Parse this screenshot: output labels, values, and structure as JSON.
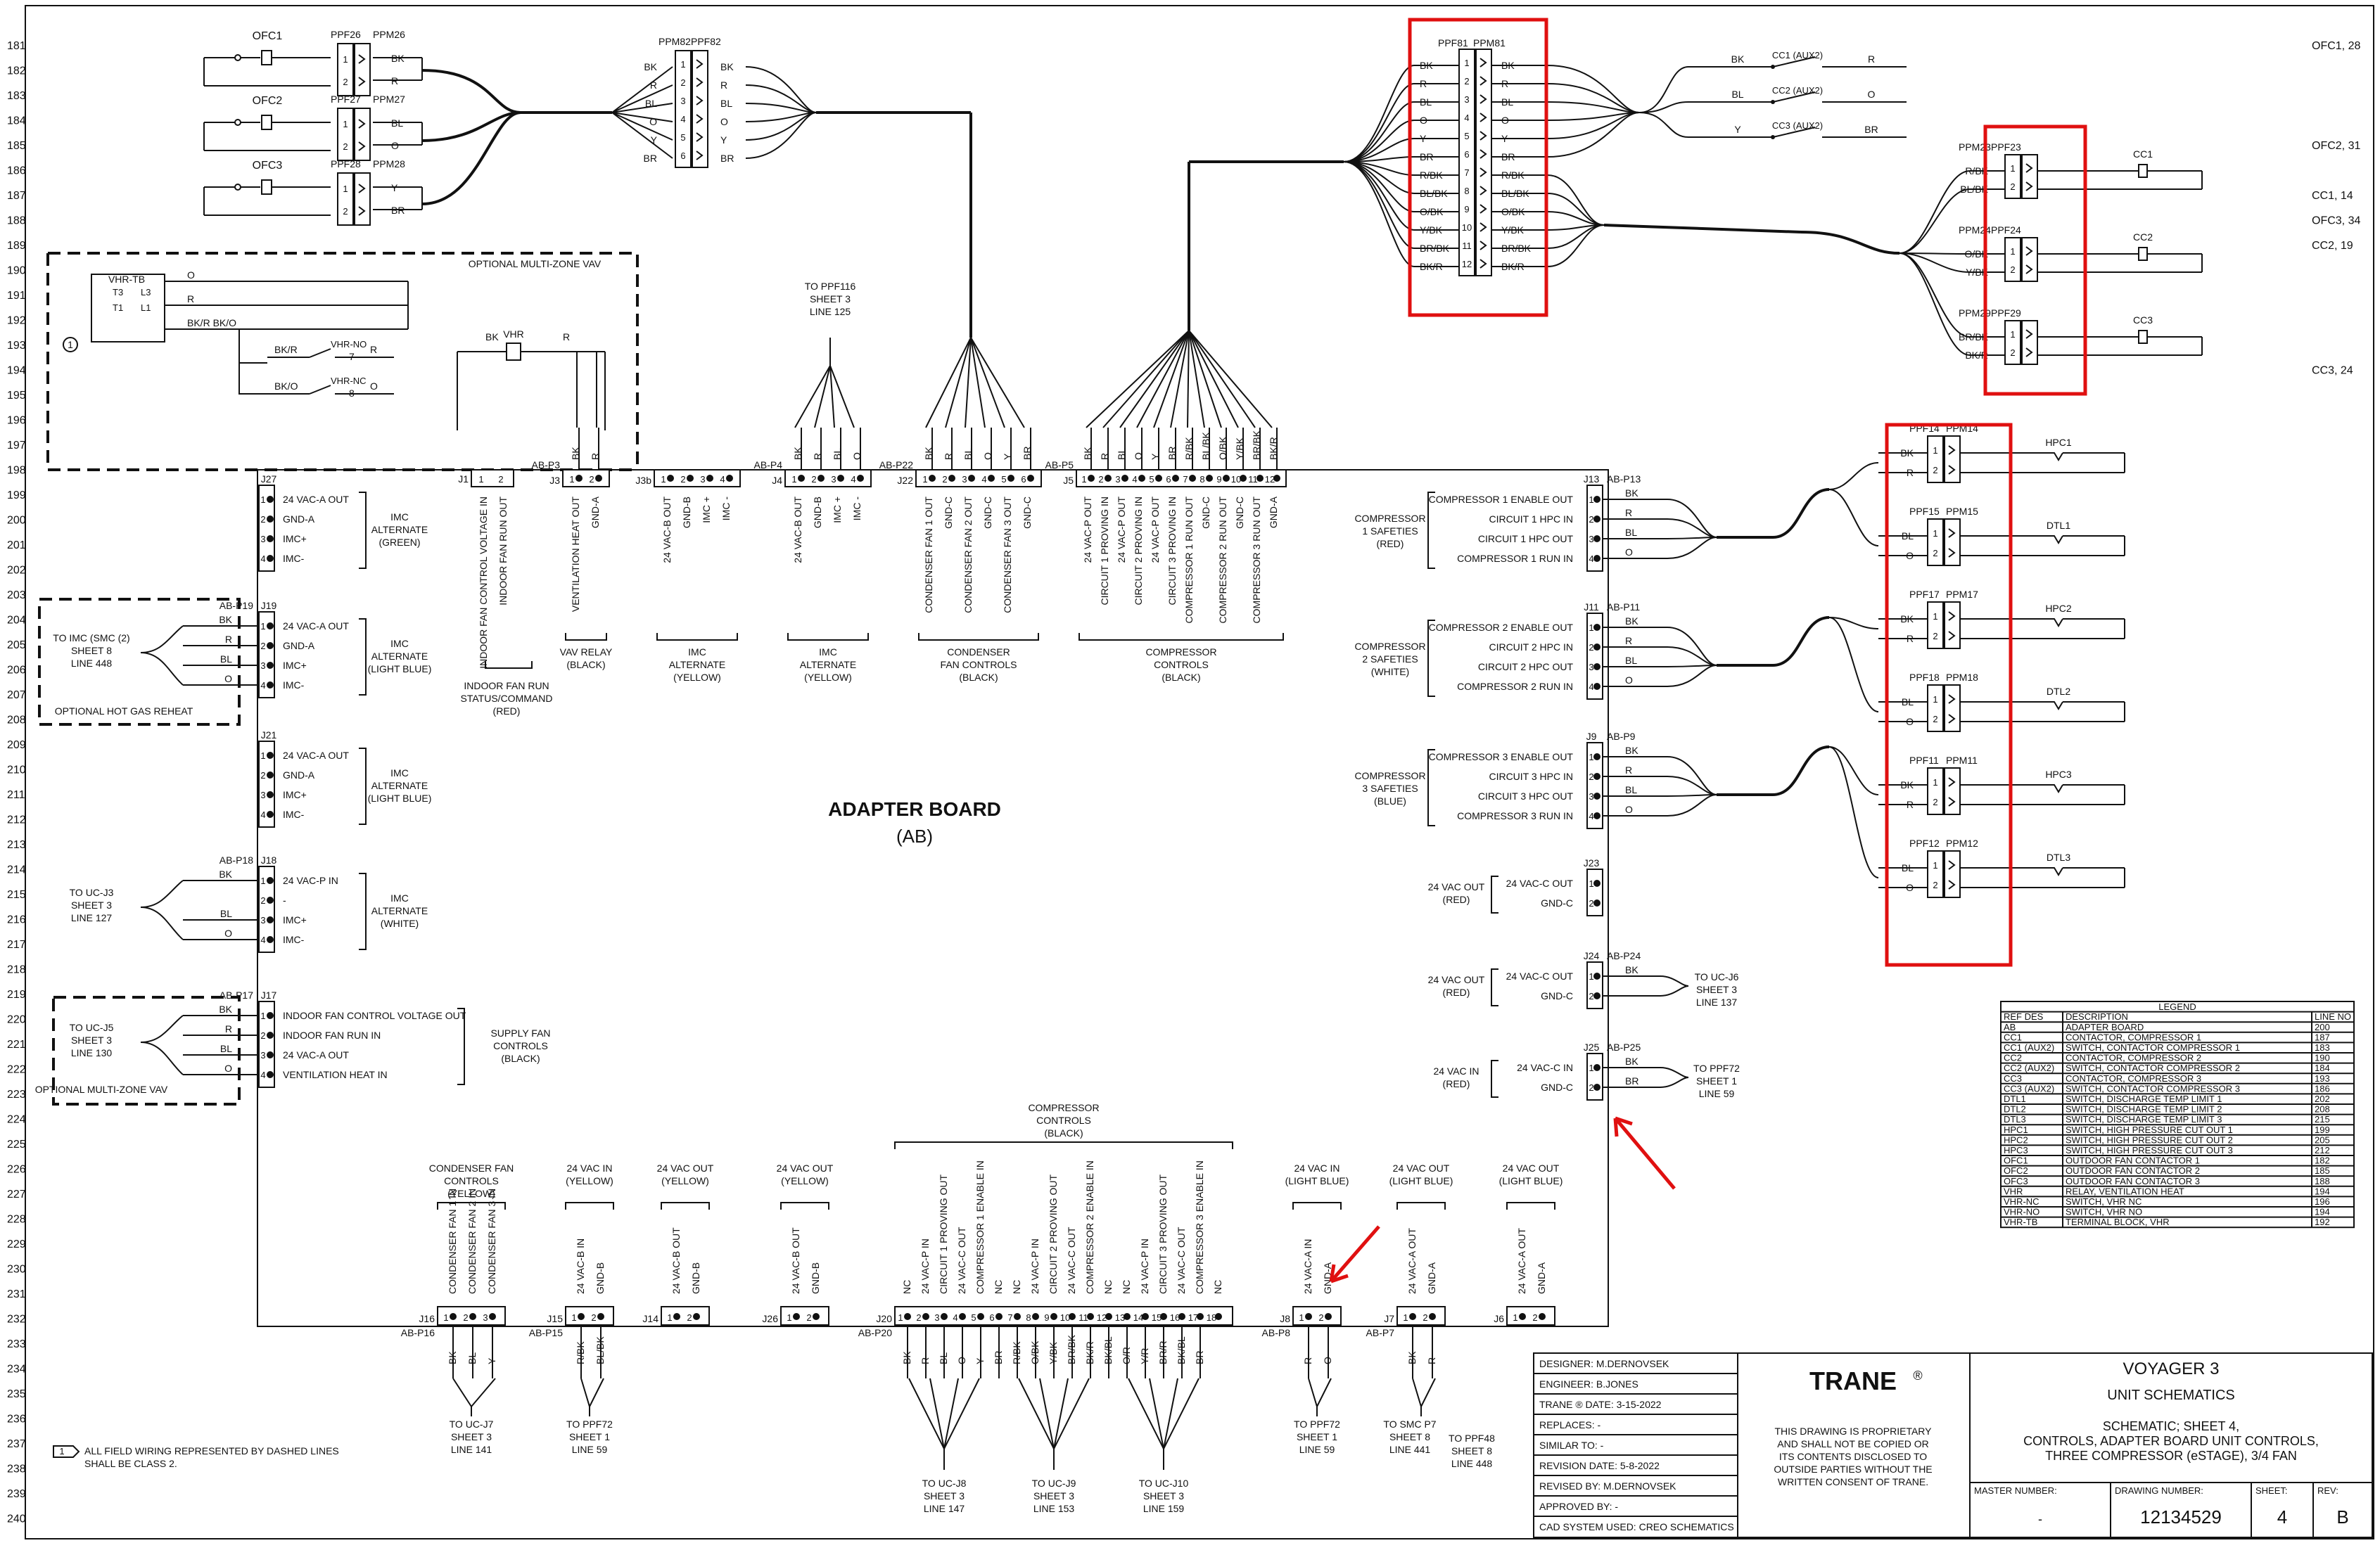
{
  "rows": [
    "181",
    "182",
    "183",
    "184",
    "185",
    "186",
    "187",
    "188",
    "189",
    "190",
    "191",
    "192",
    "193",
    "194",
    "195",
    "196",
    "197",
    "198",
    "199",
    "200",
    "201",
    "202",
    "203",
    "204",
    "205",
    "206",
    "207",
    "208",
    "209",
    "210",
    "211",
    "212",
    "213",
    "214",
    "215",
    "216",
    "217",
    "218",
    "219",
    "220",
    "221",
    "222",
    "223",
    "224",
    "225",
    "226",
    "227",
    "228",
    "229",
    "230",
    "231",
    "232",
    "233",
    "234",
    "235",
    "236",
    "237",
    "238",
    "239",
    "240"
  ],
  "right_refs": [
    {
      "text": "OFC1, 28",
      "row": 0
    },
    {
      "text": "OFC2, 31",
      "row": 4
    },
    {
      "text": "CC1, 14",
      "row": 6
    },
    {
      "text": "OFC3, 34",
      "row": 7
    },
    {
      "text": "CC2, 19",
      "row": 8
    },
    {
      "text": "CC3, 24",
      "row": 13
    }
  ],
  "board": {
    "title": "ADAPTER BOARD",
    "subtitle": "(AB)"
  },
  "ofc": [
    {
      "name": "OFC1",
      "plug": "PPF26",
      "socket": "PPM26",
      "wires": [
        "BK",
        "R"
      ]
    },
    {
      "name": "OFC2",
      "plug": "PPF27",
      "socket": "PPM27",
      "wires": [
        "BL",
        "O"
      ]
    },
    {
      "name": "OFC3",
      "plug": "PPF28",
      "socket": "PPM28",
      "wires": [
        "Y",
        "BR"
      ]
    }
  ],
  "ppm82": {
    "plug": "PPM82",
    "socket": "PPF82",
    "wires": [
      "BK",
      "R",
      "BL",
      "O",
      "Y",
      "BR"
    ]
  },
  "ppf81": {
    "plug": "PPF81",
    "socket": "PPM81",
    "wires": [
      "BK",
      "R",
      "BL",
      "O",
      "Y",
      "BR",
      "R/BK",
      "BL/BK",
      "O/BK",
      "Y/BK",
      "BR/BK",
      "BK/R"
    ]
  },
  "cc_aux": [
    {
      "label": "CC1 (AUX2)",
      "left": "BK",
      "right": "R"
    },
    {
      "label": "CC2 (AUX2)",
      "left": "BL",
      "right": "O"
    },
    {
      "label": "CC3 (AUX2)",
      "left": "Y",
      "right": "BR"
    }
  ],
  "cc": [
    {
      "name": "CC1",
      "plug": "PPM23",
      "socket": "PPF23",
      "wires": [
        "R/BK",
        "BL/BK"
      ]
    },
    {
      "name": "CC2",
      "plug": "PPM24",
      "socket": "PPF24",
      "wires": [
        "O/BK",
        "Y/BK"
      ]
    },
    {
      "name": "CC3",
      "plug": "PPM29",
      "socket": "PPF29",
      "wires": [
        "BR/BK",
        "BK/R"
      ]
    }
  ],
  "vav": {
    "title": "OPTIONAL MULTI-ZONE VAV",
    "tb": "VHR-TB",
    "terms": [
      "T3",
      "L3",
      "T1",
      "L1"
    ],
    "wires": [
      "O",
      "R",
      "BK/R  BK/O"
    ],
    "vhr": "VHR",
    "vhr_wires": [
      "BK",
      "R"
    ],
    "contacts": [
      {
        "label": "VHR-NO",
        "l": "BK/R",
        "n": "7",
        "r": "R"
      },
      {
        "label": "VHR-NC",
        "l": "BK/O",
        "n": "8",
        "r": "O"
      }
    ],
    "note_num": "1"
  },
  "top_connectors": [
    {
      "id": "J3",
      "ab": "AB-P3",
      "pins": [
        "1",
        "2"
      ],
      "sig": [
        "VENTILATION HEAT OUT",
        "GND-A"
      ],
      "wires": [
        "BK",
        "R"
      ],
      "group": "VAV RELAY\n(BLACK)"
    },
    {
      "id": "J3b",
      "ab": "",
      "pins": [
        "1",
        "2",
        "3",
        "4"
      ],
      "sig": [
        "24 VAC-B OUT",
        "GND-B",
        "IMC +",
        "IMC -"
      ],
      "wires": [],
      "group": "IMC\nALTERNATE\n(YELLOW)"
    },
    {
      "id": "J4",
      "ab": "AB-P4",
      "pins": [
        "1",
        "2",
        "3",
        "4"
      ],
      "sig": [
        "24 VAC-B OUT",
        "GND-B",
        "IMC +",
        "IMC -"
      ],
      "wires": [
        "BK",
        "R",
        "BL",
        "O"
      ],
      "group": "IMC\nALTERNATE\n(YELLOW)"
    },
    {
      "id": "J22",
      "ab": "AB-P22",
      "pins": [
        "1",
        "2",
        "3",
        "4",
        "5",
        "6"
      ],
      "sig": [
        "CONDENSER FAN 1 OUT",
        "GND-C",
        "CONDENSER FAN 2 OUT",
        "GND-C",
        "CONDENSER FAN 3 OUT",
        "GND-C"
      ],
      "wires": [
        "BK",
        "R",
        "BL",
        "O",
        "Y",
        "BR"
      ],
      "group": "CONDENSER\nFAN CONTROLS\n(BLACK)"
    },
    {
      "id": "J5",
      "ab": "AB-P5",
      "pins": [
        "1",
        "2",
        "3",
        "4",
        "5",
        "6",
        "7",
        "8",
        "9",
        "10",
        "11",
        "12"
      ],
      "sig": [
        "24 VAC-P OUT",
        "CIRCUIT 1 PROVING IN",
        "24 VAC-P OUT",
        "CIRCUIT 2 PROVING IN",
        "24 VAC-P OUT",
        "CIRCUIT 3 PROVING IN",
        "COMPRESSOR 1 RUN OUT",
        "GND-C",
        "COMPRESSOR 2 RUN OUT",
        "GND-C",
        "COMPRESSOR 3 RUN OUT",
        "GND-A"
      ],
      "wires": [
        "BK",
        "R",
        "BL",
        "O",
        "Y",
        "BR",
        "R/BK",
        "BL/BK",
        "O/BK",
        "Y/BK",
        "BR/BK",
        "BK/R"
      ],
      "group": "COMPRESSOR\nCONTROLS\n(BLACK)"
    }
  ],
  "j1": {
    "id": "J1",
    "pins": [
      "1",
      "2"
    ],
    "sig": [
      "INDOOR FAN CONTROL VOLTAGE IN",
      "INDOOR FAN RUN OUT"
    ],
    "group": "INDOOR FAN RUN\nSTATUS/COMMAND\n(RED)"
  },
  "ppf116": {
    "text": "TO PPF116\nSHEET 3\nLINE 125"
  },
  "left_connectors": [
    {
      "id": "J27",
      "ab": "",
      "sig": [
        "24 VAC-A OUT",
        "GND-A",
        "IMC+",
        "IMC-"
      ],
      "group": "IMC\nALTERNATE\n(GREEN)",
      "wires": []
    },
    {
      "id": "J19",
      "ab": "AB-P19",
      "sig": [
        "24 VAC-A OUT",
        "GND-A",
        "IMC+",
        "IMC-"
      ],
      "group": "IMC\nALTERNATE\n(LIGHT BLUE)",
      "wires": [
        "BK",
        "R",
        "BL",
        "O"
      ],
      "to": "TO IMC (SMC (2)\nSHEET 8\nLINE 448",
      "opt": "OPTIONAL HOT GAS REHEAT"
    },
    {
      "id": "J21",
      "ab": "",
      "sig": [
        "24 VAC-A OUT",
        "GND-A",
        "IMC+",
        "IMC-"
      ],
      "group": "IMC\nALTERNATE\n(LIGHT BLUE)",
      "wires": []
    },
    {
      "id": "J18",
      "ab": "AB-P18",
      "sig": [
        "24 VAC-P IN",
        "-",
        "IMC+",
        "IMC-"
      ],
      "group": "IMC\nALTERNATE\n(WHITE)",
      "wires": [
        "BK",
        "",
        "BL",
        "O"
      ],
      "to": "TO UC-J3\nSHEET 3\nLINE 127"
    },
    {
      "id": "J17",
      "ab": "AB-P17",
      "sig": [
        "INDOOR FAN CONTROL VOLTAGE OUT",
        "INDOOR FAN RUN IN",
        "24 VAC-A OUT",
        "VENTILATION HEAT IN"
      ],
      "group": "SUPPLY FAN\nCONTROLS\n(BLACK)",
      "wires": [
        "BK",
        "R",
        "BL",
        "O"
      ],
      "to": "TO UC-J5\nSHEET 3\nLINE 130",
      "opt": "OPTIONAL MULTI-ZONE VAV"
    }
  ],
  "right_connectors": [
    {
      "id": "J13",
      "ab": "AB-P13",
      "sig": [
        "COMPRESSOR 1 ENABLE OUT",
        "CIRCUIT 1 HPC IN",
        "CIRCUIT 1 HPC OUT",
        "COMPRESSOR 1 RUN IN"
      ],
      "group": "COMPRESSOR\n1 SAFETIES\n(RED)",
      "wires": [
        "BK",
        "R",
        "BL",
        "O"
      ]
    },
    {
      "id": "J11",
      "ab": "AB-P11",
      "sig": [
        "COMPRESSOR 2 ENABLE OUT",
        "CIRCUIT 2 HPC IN",
        "CIRCUIT 2 HPC OUT",
        "COMPRESSOR 2 RUN IN"
      ],
      "group": "COMPRESSOR\n2 SAFETIES\n(WHITE)",
      "wires": [
        "BK",
        "R",
        "BL",
        "O"
      ]
    },
    {
      "id": "J9",
      "ab": "AB-P9",
      "sig": [
        "COMPRESSOR 3 ENABLE OUT",
        "CIRCUIT 3 HPC IN",
        "CIRCUIT 3 HPC OUT",
        "COMPRESSOR 3 RUN IN"
      ],
      "group": "COMPRESSOR\n3 SAFETIES\n(BLUE)",
      "wires": [
        "BK",
        "R",
        "BL",
        "O"
      ]
    }
  ],
  "right_small": [
    {
      "id": "J23",
      "ab": "",
      "sig": [
        "24 VAC-C OUT",
        "GND-C"
      ],
      "group": "24 VAC OUT\n(RED)",
      "wires": [],
      "to": ""
    },
    {
      "id": "J24",
      "ab": "AB-P24",
      "sig": [
        "24 VAC-C OUT",
        "GND-C"
      ],
      "group": "24 VAC OUT\n(RED)",
      "wires": [
        "BK",
        ""
      ],
      "to": "TO UC-J6\nSHEET 3\nLINE 137"
    },
    {
      "id": "J25",
      "ab": "AB-P25",
      "sig": [
        "24 VAC-C IN",
        "GND-C"
      ],
      "group": "24 VAC IN\n(RED)",
      "wires": [
        "BK",
        "BR"
      ],
      "to": "TO PPF72\nSHEET 1\nLINE 59"
    }
  ],
  "safeties": [
    {
      "plug": "PPF14",
      "socket": "PPM14",
      "wires": [
        "BK",
        "R"
      ],
      "dev": "HPC1"
    },
    {
      "plug": "PPF15",
      "socket": "PPM15",
      "wires": [
        "BL",
        "O"
      ],
      "dev": "DTL1"
    },
    {
      "plug": "PPF17",
      "socket": "PPM17",
      "wires": [
        "BK",
        "R"
      ],
      "dev": "HPC2"
    },
    {
      "plug": "PPF18",
      "socket": "PPM18",
      "wires": [
        "BL",
        "O"
      ],
      "dev": "DTL2"
    },
    {
      "plug": "PPF11",
      "socket": "PPM11",
      "wires": [
        "BK",
        "R"
      ],
      "dev": "HPC3"
    },
    {
      "plug": "PPF12",
      "socket": "PPM12",
      "wires": [
        "BL",
        "O"
      ],
      "dev": "DTL3"
    }
  ],
  "bottom_connectors": [
    {
      "id": "J16",
      "ab": "AB-P16",
      "sig": [
        "CONDENSER FAN 1 IN",
        "CONDENSER FAN 2 IN",
        "CONDENSER FAN 3 IN"
      ],
      "group": "CONDENSER FAN\nCONTROLS\n(YELLOW)",
      "wires": [
        "BK",
        "BL",
        "Y"
      ],
      "to": "TO UC-J7\nSHEET 3\nLINE 141"
    },
    {
      "id": "J15",
      "ab": "AB-P15",
      "sig": [
        "24 VAC-B IN",
        "GND-B"
      ],
      "group": "24 VAC IN\n(YELLOW)",
      "wires": [
        "R/BK",
        "BL/BK"
      ],
      "to": "TO PPF72\nSHEET 1\nLINE 59"
    },
    {
      "id": "J14",
      "ab": "",
      "sig": [
        "24 VAC-B OUT",
        "GND-B"
      ],
      "group": "24 VAC OUT\n(YELLOW)",
      "wires": [],
      "to": ""
    },
    {
      "id": "J26",
      "ab": "",
      "sig": [
        "24 VAC-B OUT",
        "GND-B"
      ],
      "group": "24 VAC OUT\n(YELLOW)",
      "wires": [],
      "to": ""
    },
    {
      "id": "J8",
      "ab": "AB-P8",
      "sig": [
        "24 VAC-A IN",
        "GND-A"
      ],
      "group": "24 VAC IN\n(LIGHT BLUE)",
      "wires": [
        "R",
        "O"
      ],
      "to": "TO PPF72\nSHEET 1\nLINE 59"
    },
    {
      "id": "J7",
      "ab": "AB-P7",
      "sig": [
        "24 VAC-A OUT",
        "GND-A"
      ],
      "group": "24 VAC OUT\n(LIGHT BLUE)",
      "wires": [
        "BK",
        "R"
      ],
      "to": "TO SMC P7\nSHEET 8\nLINE 441",
      "to2": "TO PPF48\nSHEET 8\nLINE 448"
    },
    {
      "id": "J6",
      "ab": "",
      "sig": [
        "24 VAC-A OUT",
        "GND-A"
      ],
      "group": "24 VAC OUT\n(LIGHT BLUE)",
      "wires": [],
      "to": ""
    }
  ],
  "j20": {
    "id": "J20",
    "ab": "AB-P20",
    "group": "COMPRESSOR\nCONTROLS\n(BLACK)",
    "sig": [
      "NC",
      "24 VAC-P IN",
      "CIRCUIT 1 PROVING OUT",
      "24 VAC-C OUT",
      "COMPRESSOR 1 ENABLE IN",
      "NC",
      "NC",
      "24 VAC-P IN",
      "CIRCUIT 2 PROVING OUT",
      "24 VAC-C OUT",
      "COMPRESSOR 2 ENABLE IN",
      "NC",
      "NC",
      "24 VAC-P IN",
      "CIRCUIT 3 PROVING OUT",
      "24 VAC-C OUT",
      "COMPRESSOR 3 ENABLE IN",
      "NC"
    ],
    "wires": [
      "BK",
      "R",
      "BL",
      "O",
      "Y",
      "BR",
      "R/BK",
      "O/BK",
      "Y/BK",
      "BR/BK",
      "BK/R",
      "BK/BL",
      "O/R",
      "Y/R",
      "BR/R",
      "BK/BL",
      "BR",
      ""
    ],
    "to": [
      "TO UC-J8\nSHEET 3\nLINE 147",
      "TO UC-J9\nSHEET 3\nLINE 153",
      "TO UC-J10\nSHEET 3\nLINE 159"
    ]
  },
  "legend": {
    "title": "LEGEND",
    "headers": [
      "REF DES",
      "DESCRIPTION",
      "LINE NO"
    ],
    "rows": [
      [
        "AB",
        "ADAPTER BOARD",
        "200"
      ],
      [
        "CC1",
        "CONTACTOR, COMPRESSOR 1",
        "187"
      ],
      [
        "CC1 (AUX2)",
        "SWITCH, CONTACTOR COMPRESSOR 1",
        "183"
      ],
      [
        "CC2",
        "CONTACTOR, COMPRESSOR 2",
        "190"
      ],
      [
        "CC2 (AUX2)",
        "SWITCH, CONTACTOR COMPRESSOR 2",
        "184"
      ],
      [
        "CC3",
        "CONTACTOR, COMPRESSOR 3",
        "193"
      ],
      [
        "CC3 (AUX2)",
        "SWITCH, CONTACTOR COMPRESSOR 3",
        "186"
      ],
      [
        "DTL1",
        "SWITCH, DISCHARGE TEMP LIMIT 1",
        "202"
      ],
      [
        "DTL2",
        "SWITCH, DISCHARGE TEMP LIMIT 2",
        "208"
      ],
      [
        "DTL3",
        "SWITCH, DISCHARGE TEMP LIMIT 3",
        "215"
      ],
      [
        "HPC1",
        "SWITCH, HIGH PRESSURE CUT OUT 1",
        "199"
      ],
      [
        "HPC2",
        "SWITCH, HIGH PRESSURE CUT OUT 2",
        "205"
      ],
      [
        "HPC3",
        "SWITCH, HIGH PRESSURE CUT OUT 3",
        "212"
      ],
      [
        "OFC1",
        "OUTDOOR FAN CONTACTOR 1",
        "182"
      ],
      [
        "OFC2",
        "OUTDOOR FAN CONTACTOR 2",
        "185"
      ],
      [
        "OFC3",
        "OUTDOOR FAN CONTACTOR 3",
        "188"
      ],
      [
        "VHR",
        "RELAY, VENTILATION HEAT",
        "194"
      ],
      [
        "VHR-NC",
        "SWITCH, VHR NC",
        "196"
      ],
      [
        "VHR-NO",
        "SWITCH, VHR NO",
        "194"
      ],
      [
        "VHR-TB",
        "TERMINAL BLOCK, VHR",
        "192"
      ]
    ]
  },
  "title_block": {
    "rows": [
      "DESIGNER:   M.DERNOVSEK",
      "ENGINEER:   B.JONES",
      "TRANE ® DATE:   3-15-2022",
      "REPLACES:   -",
      "SIMILAR TO:   -",
      "REVISION DATE:   5-8-2022",
      "REVISED BY:   M.DERNOVSEK",
      "APPROVED BY:   -",
      "CAD SYSTEM USED:   CREO SCHEMATICS"
    ],
    "brand": "TRANE",
    "reg": "®",
    "notice": "THIS DRAWING IS PROPRIETARY\nAND SHALL NOT BE COPIED OR\nITS CONTENTS DISCLOSED TO\nOUTSIDE PARTIES WITHOUT THE\nWRITTEN CONSENT OF TRANE.",
    "product": "VOYAGER 3",
    "doc": "UNIT SCHEMATICS",
    "desc": "SCHEMATIC; SHEET 4,\nCONTROLS, ADAPTER BOARD UNIT CONTROLS,\nTHREE COMPRESSOR (eSTAGE), 3/4 FAN",
    "master_label": "MASTER NUMBER:",
    "master": "-",
    "drawing_label": "DRAWING NUMBER:",
    "drawing": "12134529",
    "sheet_label": "SHEET:",
    "sheet": "4",
    "rev_label": "REV:",
    "rev": "B"
  },
  "note": {
    "num": "1",
    "text": "ALL FIELD WIRING REPRESENTED BY DASHED LINES\nSHALL BE CLASS 2."
  },
  "colors": {
    "highlight": "#e01010",
    "ink": "#111111"
  }
}
